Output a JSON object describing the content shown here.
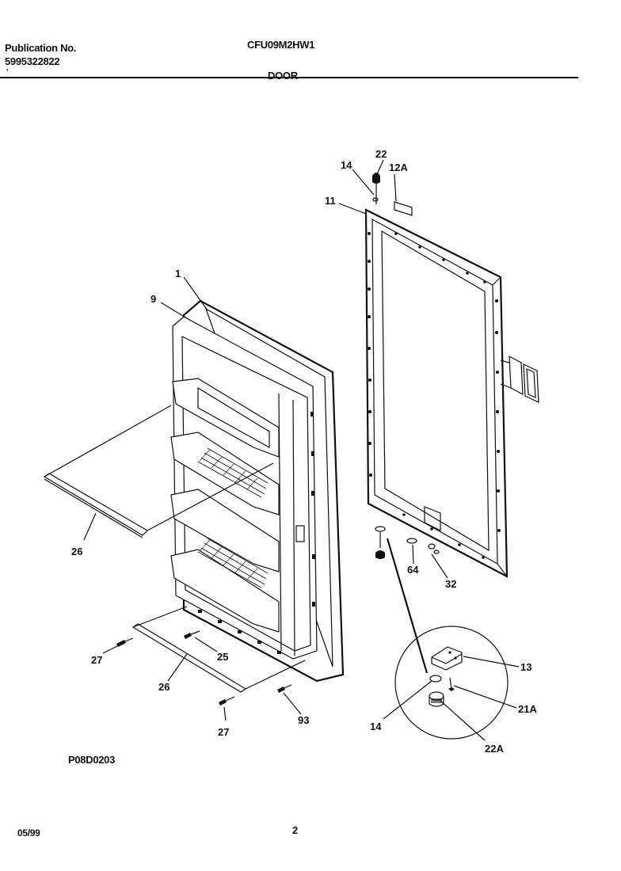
{
  "header": {
    "publication_label": "Publication No.",
    "publication_number": "5995322822",
    "model": "CFU09M2HW1",
    "section": "DOOR",
    "tick_mark": "'"
  },
  "diagram": {
    "callouts": {
      "c1": "1",
      "c9": "9",
      "c11": "11",
      "c12a": "12A",
      "c13": "13",
      "c14_top": "14",
      "c14_detail": "14",
      "c21a": "21A",
      "c22_top": "22",
      "c22a": "22A",
      "c25": "25",
      "c26_upper": "26",
      "c26_lower": "26",
      "c27_left": "27",
      "c27_bottom": "27",
      "c32": "32",
      "c64": "64",
      "c93": "93"
    },
    "drawing_code": "P08D0203"
  },
  "footer": {
    "date": "05/99",
    "page_number": "2"
  }
}
